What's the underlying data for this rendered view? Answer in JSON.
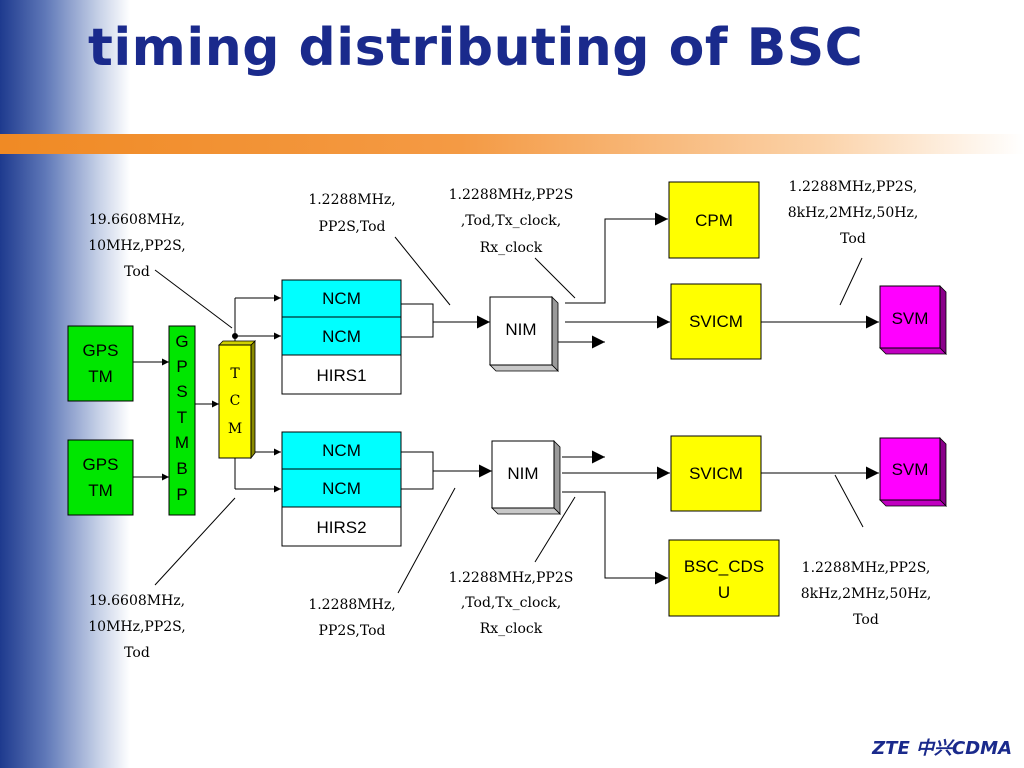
{
  "slide": {
    "title": "timing distributing of BSC",
    "footer": "ZTE 中兴CDMA",
    "colors": {
      "title": "#1a2a8c",
      "green": "#00e600",
      "cyan": "#00ffff",
      "yellow": "#ffff00",
      "magenta": "#ff00ff"
    }
  },
  "blocks": {
    "gps1": [
      "GPS",
      "TM"
    ],
    "gps2": [
      "GPS",
      "TM"
    ],
    "gpstmbp": [
      "G",
      "P",
      "S",
      "T",
      "M",
      "B",
      "P"
    ],
    "tcm": [
      "T",
      "C",
      "M"
    ],
    "ncm1a": "NCM",
    "ncm1b": "NCM",
    "hirs1": "HIRS1",
    "ncm2a": "NCM",
    "ncm2b": "NCM",
    "hirs2": "HIRS2",
    "nim1": "NIM",
    "nim2": "NIM",
    "cpm": "CPM",
    "svicm1": "SVICM",
    "svicm2": "SVICM",
    "svm1": "SVM",
    "svm2": "SVM",
    "bsc_cdsu": [
      "BSC_CDS",
      "U"
    ]
  },
  "captions": {
    "gps_top": [
      "19.6608MHz,",
      "10MHz,PP2S,",
      "Tod"
    ],
    "gps_bottom": [
      "19.6608MHz,",
      "10MHz,PP2S,",
      "Tod"
    ],
    "tcm_top": [
      "1.2288MHz,",
      "PP2S,Tod"
    ],
    "tcm_bottom": [
      "1.2288MHz,",
      "PP2S,Tod"
    ],
    "nim_top": [
      "1.2288MHz,PP2S",
      ",Tod,Tx_clock,",
      "Rx_clock"
    ],
    "nim_bottom": [
      "1.2288MHz,PP2S",
      ",Tod,Tx_clock,",
      "Rx_clock"
    ],
    "svm_top": [
      "1.2288MHz,PP2S,",
      "8kHz,2MHz,50Hz,",
      "Tod"
    ],
    "svm_bottom": [
      "1.2288MHz,PP2S,",
      "8kHz,2MHz,50Hz,",
      "Tod"
    ]
  }
}
